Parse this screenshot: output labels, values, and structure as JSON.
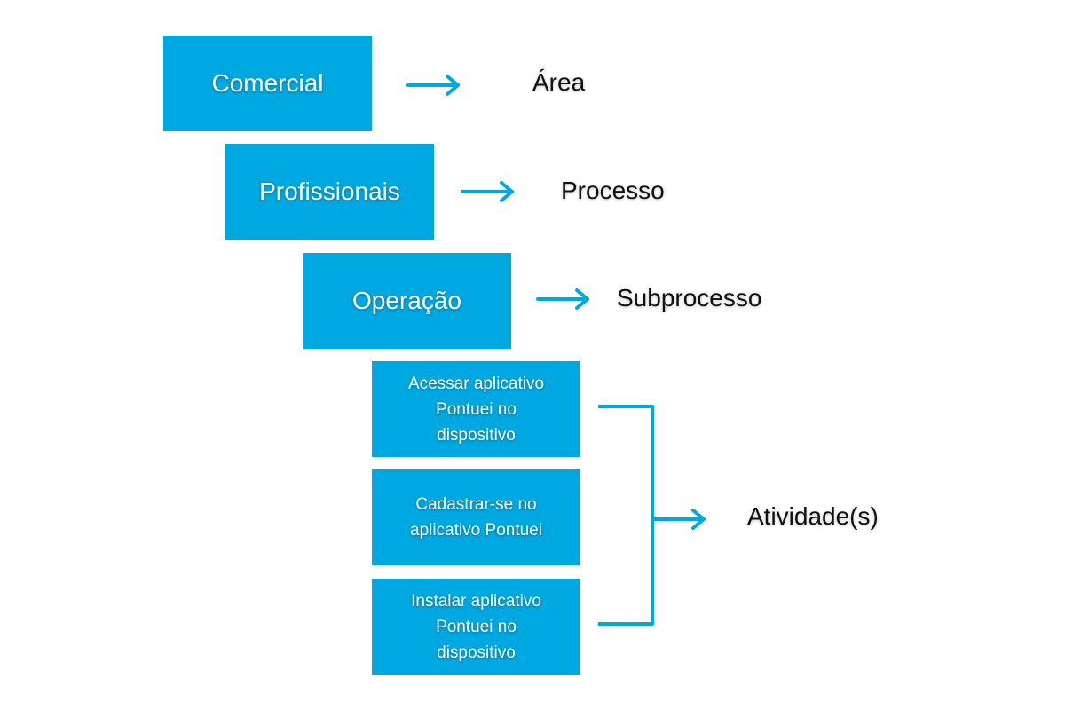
{
  "colors": {
    "box_fill": "#00a8e2",
    "arrow": "#00a8e2",
    "box_text": "#ffffff",
    "label_text": "#111111"
  },
  "levels": [
    {
      "box": "Comercial",
      "label": "Área"
    },
    {
      "box": "Profissionais",
      "label": "Processo"
    },
    {
      "box": "Operação",
      "label": "Subprocesso"
    }
  ],
  "activities": {
    "label": "Atividade(s)",
    "items": [
      "Acessar aplicativo\nPontuei no\ndispositivo",
      "Cadastrar-se no\naplicativo Pontuei",
      "Instalar aplicativo\nPontuei no\ndispositivo"
    ]
  }
}
